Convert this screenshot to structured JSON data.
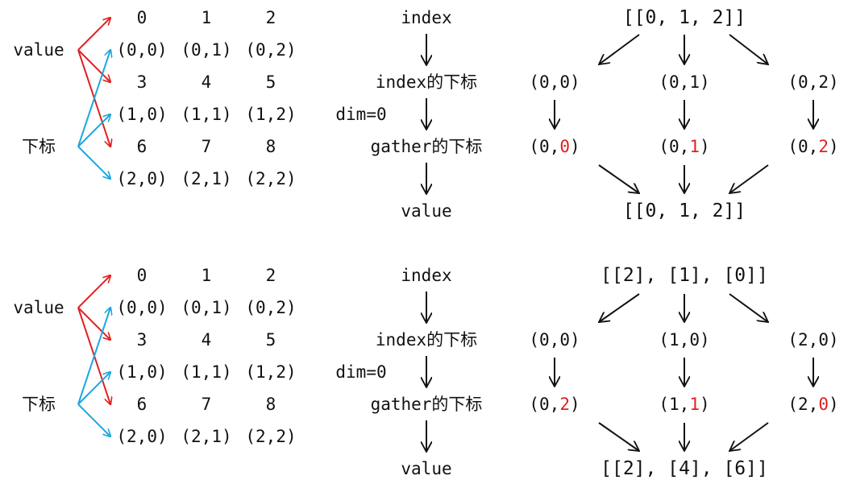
{
  "colors": {
    "value_arrow": "#e02020",
    "index_arrow": "#19a8e0",
    "highlight": "#e02020",
    "text": "#111111"
  },
  "panels": [
    {
      "side_labels": {
        "value": "value",
        "index": "下标"
      },
      "grid_values": [
        "0",
        "1",
        "2",
        "3",
        "4",
        "5",
        "6",
        "7",
        "8"
      ],
      "grid_indices": [
        "(0,0)",
        "(0,1)",
        "(0,2)",
        "(1,0)",
        "(1,1)",
        "(1,2)",
        "(2,0)",
        "(2,1)",
        "(2,2)"
      ],
      "flow": {
        "step1": "index",
        "step2": "index的下标",
        "dim_label": "dim=0",
        "step3": "gather的下标",
        "step4": "value"
      },
      "example": {
        "index_tensor": "[[0, 1, 2]]",
        "index_positions": [
          "(0,0)",
          "(0,1)",
          "(0,2)"
        ],
        "gather_positions": [
          {
            "prefix": "(0,",
            "hl": "0",
            "suffix": ")"
          },
          {
            "prefix": "(0,",
            "hl": "1",
            "suffix": ")"
          },
          {
            "prefix": "(0,",
            "hl": "2",
            "suffix": ")"
          }
        ],
        "result": "[[0, 1, 2]]"
      }
    },
    {
      "side_labels": {
        "value": "value",
        "index": "下标"
      },
      "grid_values": [
        "0",
        "1",
        "2",
        "3",
        "4",
        "5",
        "6",
        "7",
        "8"
      ],
      "grid_indices": [
        "(0,0)",
        "(0,1)",
        "(0,2)",
        "(1,0)",
        "(1,1)",
        "(1,2)",
        "(2,0)",
        "(2,1)",
        "(2,2)"
      ],
      "flow": {
        "step1": "index",
        "step2": "index的下标",
        "dim_label": "dim=0",
        "step3": "gather的下标",
        "step4": "value"
      },
      "example": {
        "index_tensor": "[[2], [1], [0]]",
        "index_positions": [
          "(0,0)",
          "(1,0)",
          "(2,0)"
        ],
        "gather_positions": [
          {
            "prefix": "(0,",
            "hl": "2",
            "suffix": ")"
          },
          {
            "prefix": "(1,",
            "hl": "1",
            "suffix": ")"
          },
          {
            "prefix": "(2,",
            "hl": "0",
            "suffix": ")"
          }
        ],
        "result": "[[2], [4], [6]]"
      }
    }
  ]
}
